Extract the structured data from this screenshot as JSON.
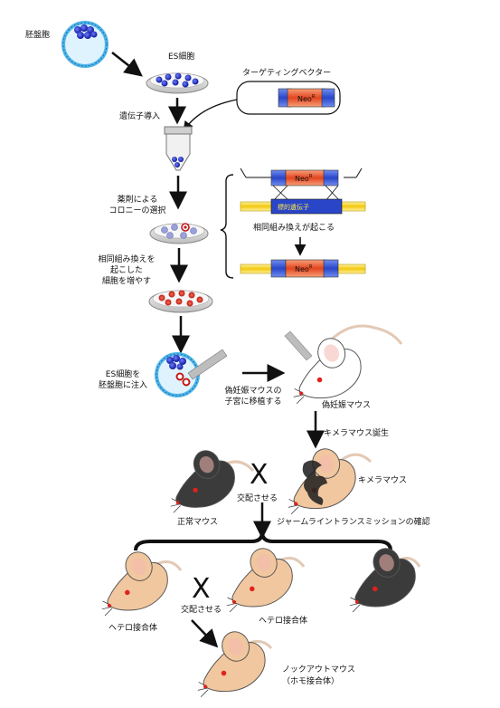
{
  "labels": {
    "blastocyst": "胚盤胞",
    "es_cells": "ES細胞",
    "targeting_vector": "ターゲティングベクター",
    "gene_transfer": "遺伝子導入",
    "drug_selection_1": "薬剤による",
    "drug_selection_2": "コロニーの選択",
    "target_gene": "標的遺伝子",
    "homologous_recomb": "相同組み換えが起こる",
    "expand_1": "相同組み換えを",
    "expand_2": "起こした",
    "expand_3": "細胞を増やす",
    "inject_1": "ES細胞を",
    "inject_2": "胚盤胞に注入",
    "transplant_1": "偽妊娠マウスの",
    "transplant_2": "子宮に移植する",
    "pseudopregnant": "偽妊娠マウス",
    "chimera_birth": "キメラマウス誕生",
    "chimera_mouse": "キメラマウス",
    "normal_mouse": "正常マウス",
    "mating_1": "交配させる",
    "germline": "ジャームライントランスミッションの確認",
    "hetero_1": "ヘテロ接合体",
    "hetero_2": "ヘテロ接合体",
    "mating_2": "交配させる",
    "knockout_1": "ノックアウトマウス",
    "knockout_2": "（ホモ接合体）",
    "cross_1": "X",
    "cross_2": "X"
  },
  "neo": {
    "text": "Neo",
    "sup": "R"
  },
  "colors": {
    "es_cell": "#1d2bc9",
    "recombined_cell": "#c21a16",
    "neo_cassette": "#e8542a",
    "vector_arm": "#3b5fd6",
    "chromosome": "#f4d21a",
    "white_mouse": "#ffffff",
    "black_mouse": "#3b3b3b",
    "agouti_mouse": "#f1c79f",
    "blastocyst_ring": "#4fb5e8"
  }
}
